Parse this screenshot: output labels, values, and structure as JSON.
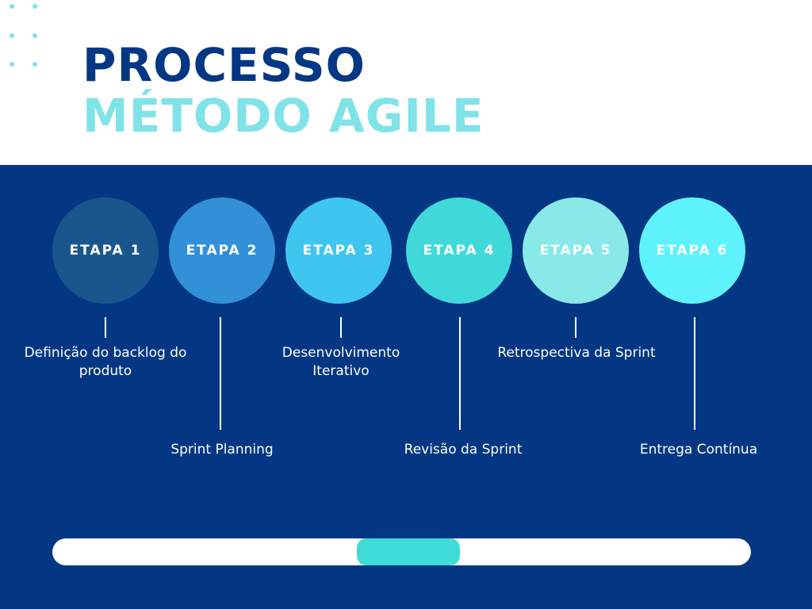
{
  "title": {
    "line1": "PROCESSO",
    "line2": "MÉTODO AGILE"
  },
  "colors": {
    "background_top": "#ffffff",
    "panel": "#033783",
    "title_line1": "#033783",
    "title_line2": "#7fe3e8",
    "dots": "#7fe3e8",
    "scroll_track": "#ffffff",
    "scroll_thumb": "#3fdbd8"
  },
  "steps": [
    {
      "label": "ETAPA 1",
      "description": "Definição do backlog do produto",
      "color": "#1a568c",
      "position": "upper"
    },
    {
      "label": "ETAPA 2",
      "description": "Sprint Planning",
      "color": "#3290d8",
      "position": "lower"
    },
    {
      "label": "ETAPA 3",
      "description": "Desenvolvimento Iterativo",
      "color": "#3fc6ef",
      "position": "upper"
    },
    {
      "label": "ETAPA 4",
      "description": "Revisão da Sprint",
      "color": "#40d9d9",
      "position": "lower"
    },
    {
      "label": "ETAPA 5",
      "description": "Retrospectiva da Sprint",
      "color": "#88e9e8",
      "position": "upper"
    },
    {
      "label": "ETAPA 6",
      "description": "Entrega Contínua",
      "color": "#5ef2fd",
      "position": "lower"
    }
  ],
  "scrollbar": {
    "progress": 0.51
  }
}
